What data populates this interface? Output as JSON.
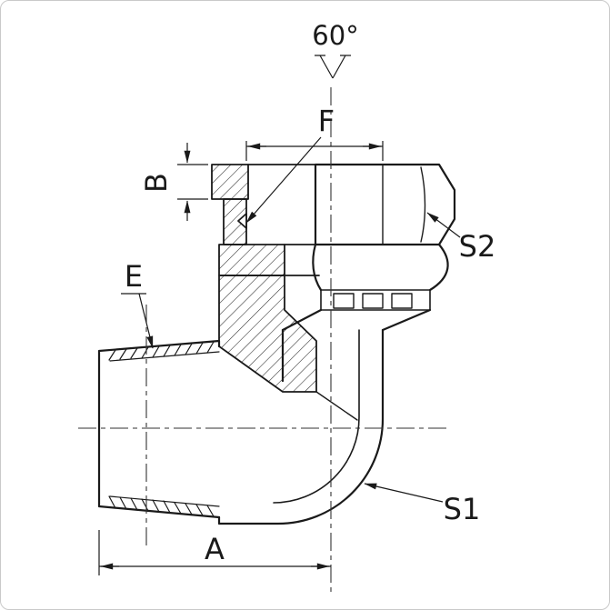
{
  "labels": {
    "cone_angle": "60°",
    "dim_f": "F",
    "dim_b": "B",
    "dim_e": "E",
    "dim_a": "A",
    "surface_s1": "S1",
    "surface_s2": "S2"
  },
  "colors": {
    "line": "#1a1a1a",
    "background": "#ffffff",
    "frame_border": "#c9c9c9"
  }
}
